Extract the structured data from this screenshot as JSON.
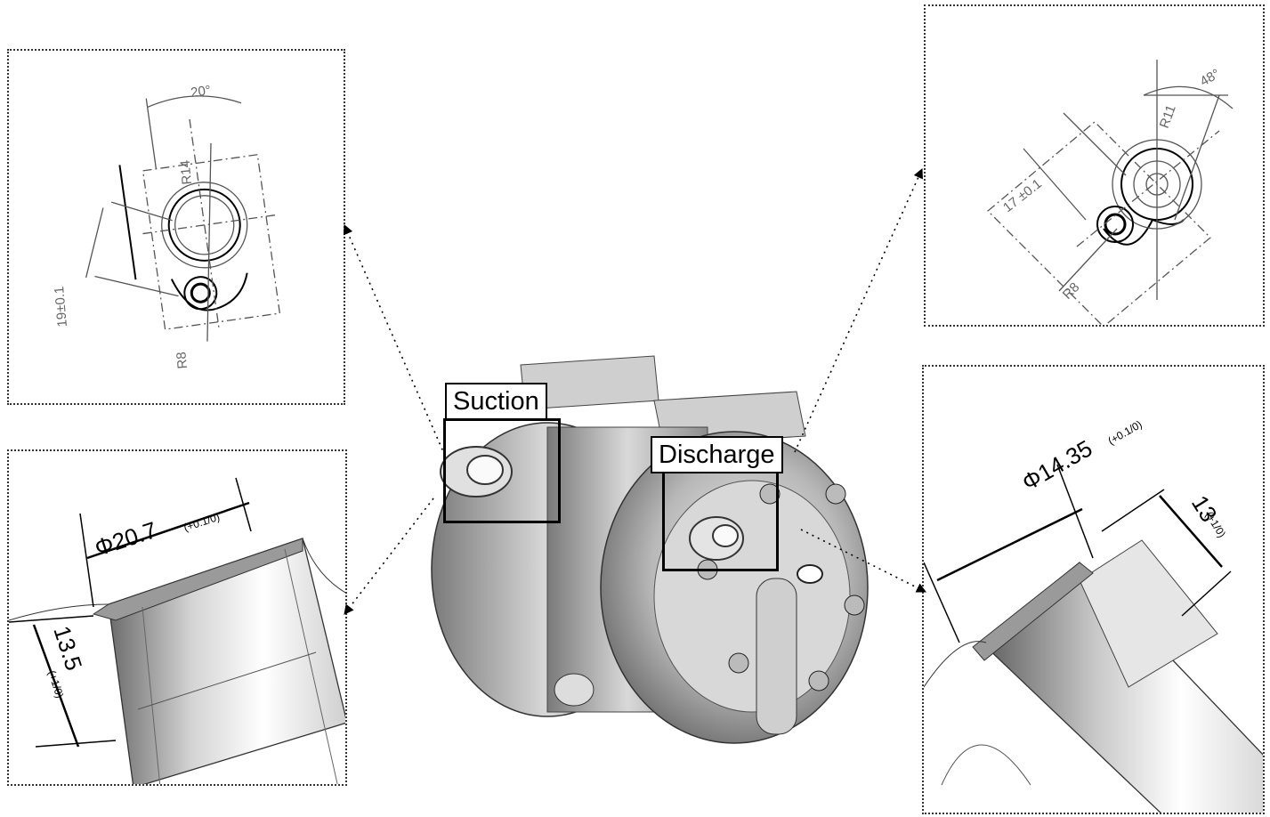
{
  "labels": {
    "suction": "Suction",
    "discharge": "Discharge"
  },
  "suction_flange": {
    "angle": "20°",
    "radius_top": "R14",
    "radius_bolt": "R8",
    "distance": "19±0.1"
  },
  "discharge_flange": {
    "angle": "48°",
    "radius_top": "R11",
    "radius_bolt": "R8",
    "distance": "17 ±0.1"
  },
  "suction_pipe": {
    "diameter": "Φ20.7",
    "diameter_tol": "(+0.1/0)",
    "length": "13.5",
    "length_tol": "(+1/0)"
  },
  "discharge_pipe": {
    "diameter": "Φ14.35",
    "diameter_tol": "(+0.1/0)",
    "length": "13",
    "length_tol": "(+1/0)"
  }
}
